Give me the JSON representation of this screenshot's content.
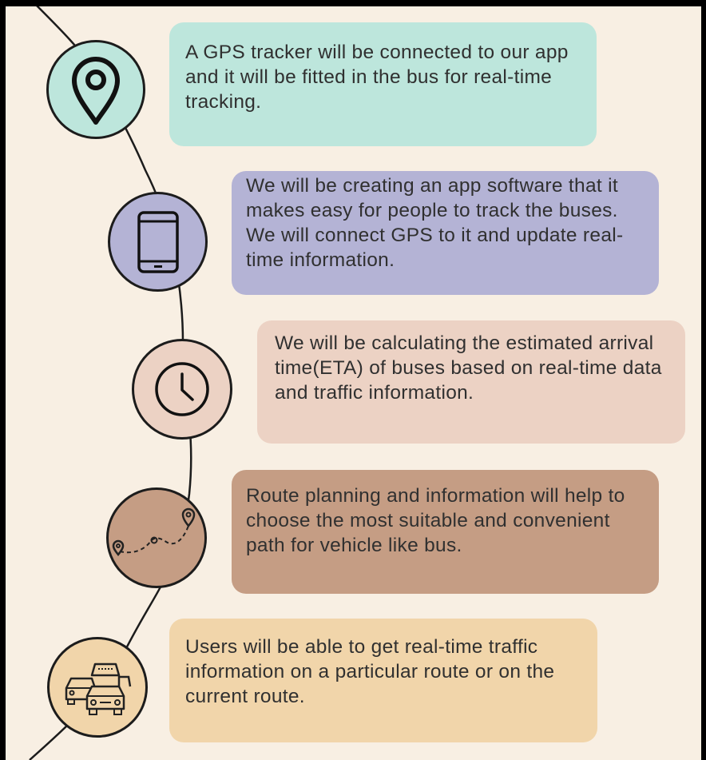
{
  "steps": [
    {
      "icon": "location-pin-icon",
      "color": "#bde6dc",
      "text": "A GPS tracker will be connected to our app and it will be fitted in the bus for real-time tracking."
    },
    {
      "icon": "smartphone-icon",
      "color": "#b4b3d5",
      "text": "We will be creating an app software that it makes easy for people to track the buses. We will connect GPS to it and update real-time information."
    },
    {
      "icon": "clock-icon",
      "color": "#ecd2c4",
      "text": "We will be calculating the estimated arrival time(ETA) of buses based on real-time data and traffic information."
    },
    {
      "icon": "route-map-icon",
      "color": "#c59d84",
      "text": "Route planning and information will help to choose the most suitable and convenient path for vehicle like bus."
    },
    {
      "icon": "traffic-cars-icon",
      "color": "#f1d5aa",
      "text": "Users will be able to get real-time traffic information on a particular route or on the current route."
    }
  ]
}
